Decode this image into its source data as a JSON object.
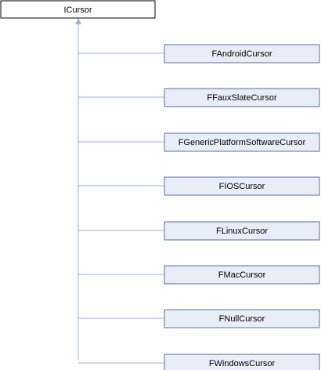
{
  "diagram": {
    "type": "class-inheritance",
    "colors": {
      "edge": "#9fb2d8",
      "root_fill": "#ffffff",
      "root_border": "#000000",
      "child_fill": "#e8eef7",
      "child_border": "#5a6f9a"
    },
    "root": {
      "label": "ICursor"
    },
    "children": [
      {
        "label": "FAndroidCursor"
      },
      {
        "label": "FFauxSlateCursor"
      },
      {
        "label": "FGenericPlatformSoftwareCursor"
      },
      {
        "label": "FIOSCursor"
      },
      {
        "label": "FLinuxCursor"
      },
      {
        "label": "FMacCursor"
      },
      {
        "label": "FNullCursor"
      },
      {
        "label": "FWindowsCursor"
      }
    ]
  }
}
